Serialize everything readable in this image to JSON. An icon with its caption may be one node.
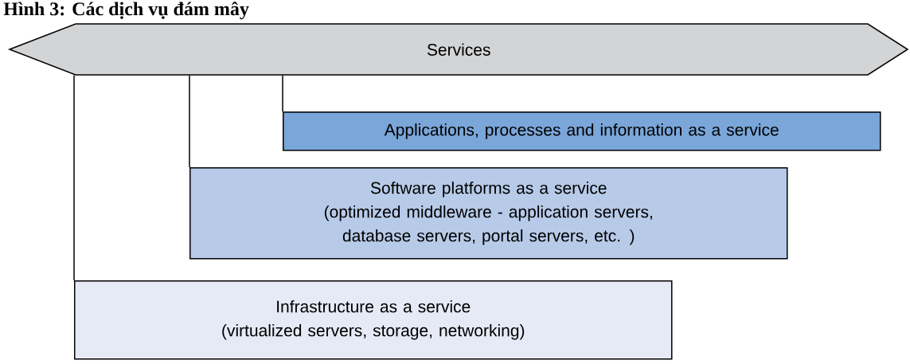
{
  "diagram": {
    "title": "Hình 3: Các dịch vụ đám mây",
    "nodes": [
      {
        "text": [
          "Services"
        ]
      },
      {
        "text": [
          "Applications, processes and information as a service"
        ]
      },
      {
        "text": [
          "Software platforms as a service",
          "(optimized middleware - application servers, database servers, portal servers, etc. )"
        ]
      },
      {
        "text": [
          "Infrastructure as a service",
          "(virtualized servers, storage, networking)"
        ]
      }
    ],
    "edges": [
      {
        "from": 0,
        "to": 1,
        "arrow": "none"
      },
      {
        "from": 0,
        "to": 2,
        "arrow": "none"
      },
      {
        "from": 0,
        "to": 3,
        "arrow": "none"
      }
    ]
  }
}
